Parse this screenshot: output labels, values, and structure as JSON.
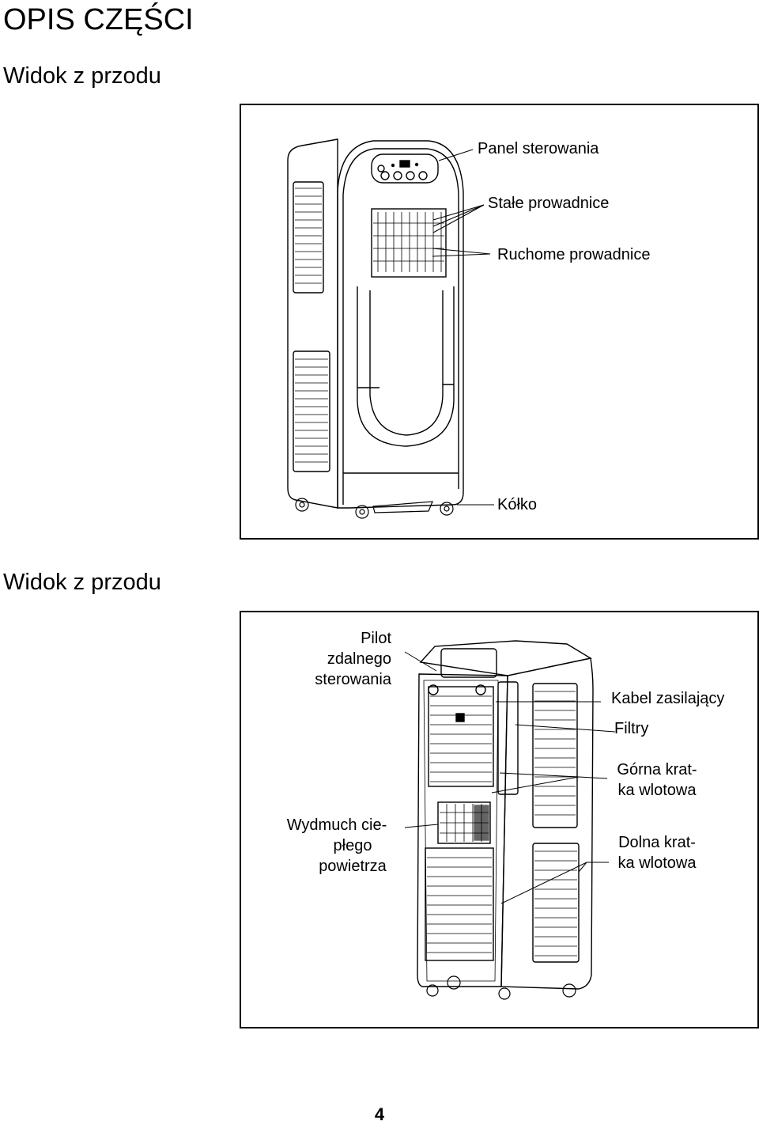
{
  "heading": "OPIS CZĘŚCI",
  "sections": [
    {
      "title": "Widok z przodu",
      "labels": {
        "control_panel": "Panel sterowania",
        "fixed_louvers": "Stałe prowadnice",
        "movable_louvers": "Ruchome prowadnice",
        "caster": "Kółko"
      }
    },
    {
      "title": "Widok z przodu",
      "labels": {
        "remote_l1": "Pilot",
        "remote_l2": "zdalnego",
        "remote_l3": "sterowania",
        "power_cable": "Kabel zasilający",
        "filters": "Filtry",
        "upper_grille_l1": "Górna krat-",
        "upper_grille_l2": "ka wlotowa",
        "hot_air_l1": "Wydmuch cie-",
        "hot_air_l2": "płego",
        "hot_air_l3": "powietrza",
        "lower_grille_l1": "Dolna krat-",
        "lower_grille_l2": "ka wlotowa"
      }
    }
  ],
  "page_number": "4"
}
